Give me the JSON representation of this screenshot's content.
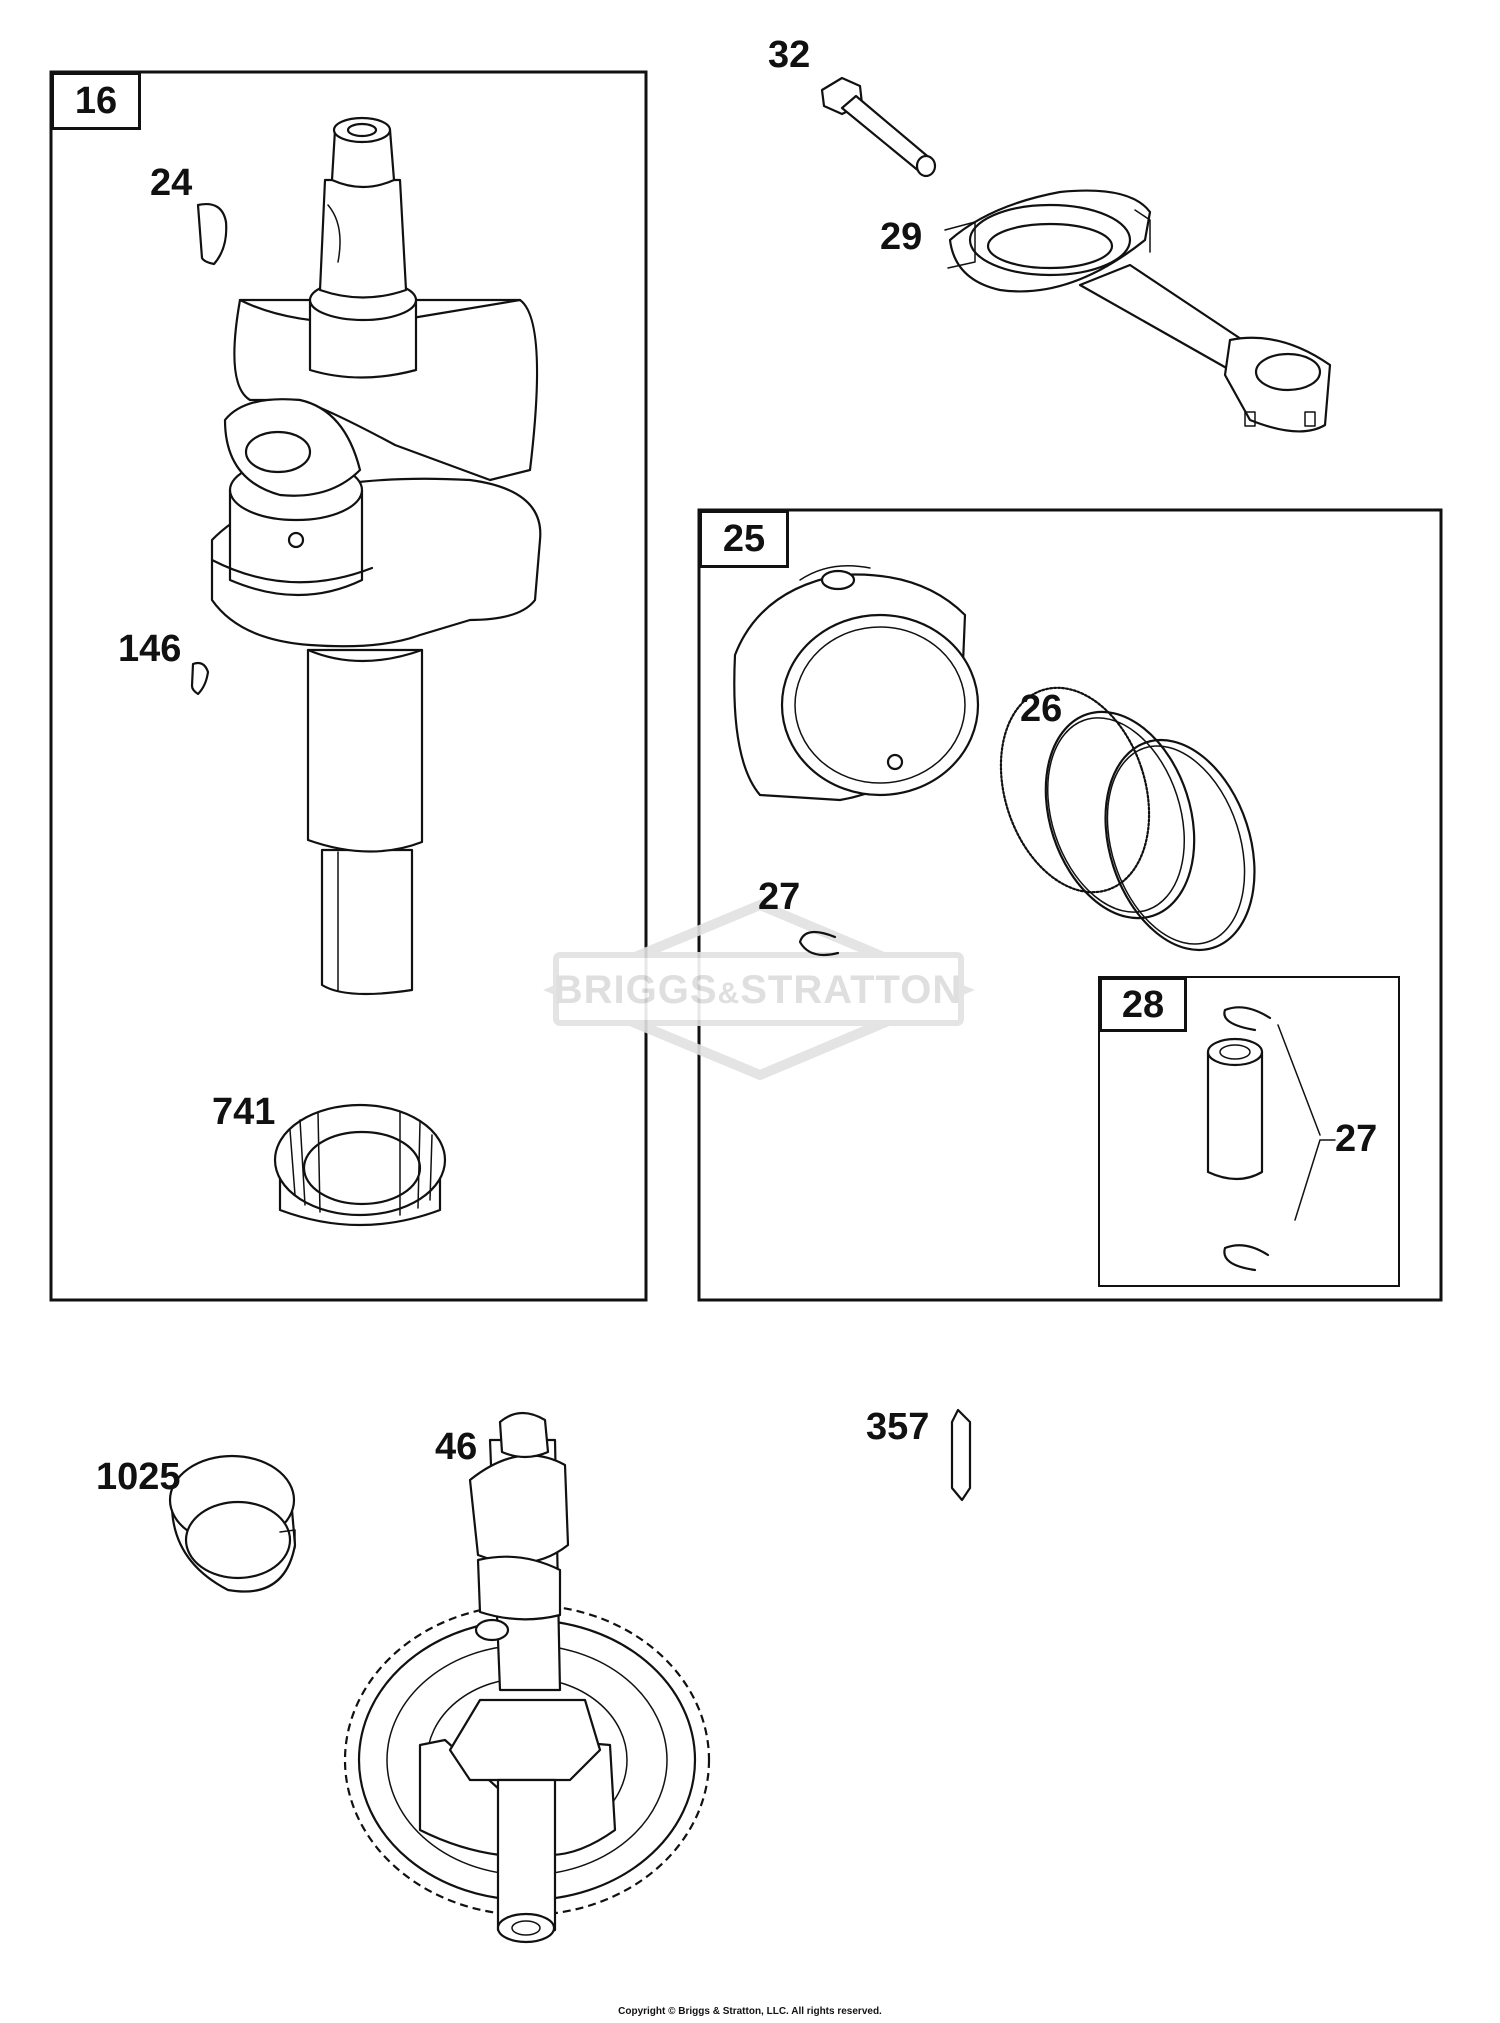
{
  "groups": {
    "crankshaft": "16",
    "piston": "25",
    "pin_kit": "28"
  },
  "callouts": {
    "key_24": "24",
    "key_146": "146",
    "gear_741": "741",
    "bolt_32": "32",
    "rod_29": "29",
    "rings_26": "26",
    "clip_27": "27",
    "clip_27_kit": "27",
    "bearing_1025": "1025",
    "camshaft_46": "46",
    "pin_357": "357"
  },
  "watermark": {
    "left": "BRIGGS",
    "amp": "&",
    "right": "STRATTON"
  },
  "footer": {
    "copyright": "Copyright © Briggs & Stratton, LLC. All rights reserved."
  },
  "colors": {
    "line": "#111111",
    "background": "#ffffff",
    "watermark": "#dddddd"
  }
}
